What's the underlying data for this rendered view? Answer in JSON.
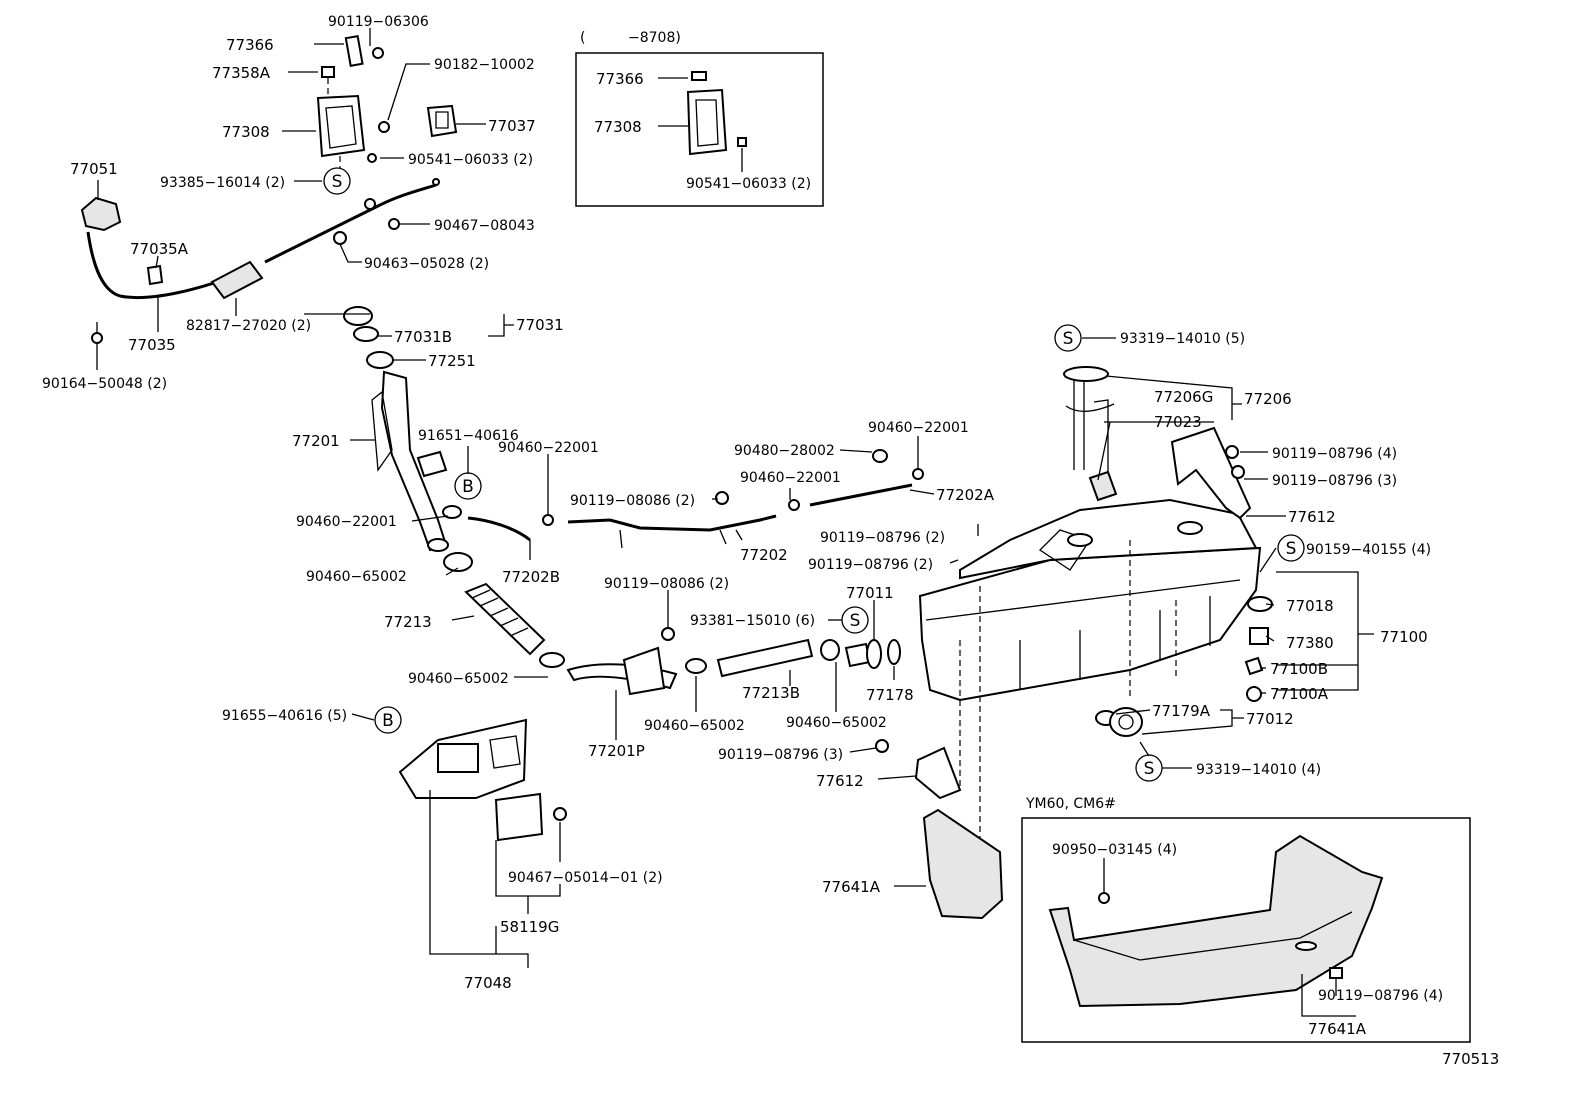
{
  "diagram_id": "770513",
  "inset_top": {
    "header_open": "(",
    "header_code": "−8708)"
  },
  "inset_bottom": {
    "title": "YM60, CM6#"
  },
  "symbols": {
    "s": "S",
    "b": "B"
  },
  "labels": {
    "p90119_06306": "90119−06306",
    "p77366": "77366",
    "p77358A": "77358A",
    "p90182_10002": "90182−10002",
    "p77308": "77308",
    "p77037": "77037",
    "p77051": "77051",
    "p93385_16014": "93385−16014 (2)",
    "p90541_06033": "90541−06033 (2)",
    "p90467_08043": "90467−08043",
    "p77035A": "77035A",
    "p90463_05028": "90463−05028 (2)",
    "p82817_27020": "82817−27020 (2)",
    "p77035": "77035",
    "p90164_50048": "90164−50048 (2)",
    "p77031B": "77031B",
    "p77031": "77031",
    "p77251": "77251",
    "inset_77366": "77366",
    "inset_77308": "77308",
    "inset_90541_06033": "90541−06033 (2)",
    "p93319_14010_5": "93319−14010 (5)",
    "p77206G": "77206G",
    "p77206": "77206",
    "p77023": "77023",
    "p77201": "77201",
    "p91651_40616": "91651−40616",
    "p90460_22001_a": "90460−22001",
    "p90480_28002": "90480−28002",
    "p90460_22001_b": "90460−22001",
    "p90460_22001_c": "90460−22001",
    "p90460_22001_d": "90460−22001",
    "p90119_08086_a": "90119−08086 (2)",
    "p77202A": "77202A",
    "p90119_08796_4": "90119−08796 (4)",
    "p90119_08796_3": "90119−08796 (3)",
    "p77612_a": "77612",
    "p77202": "77202",
    "p90119_08796_2a": "90119−08796 (2)",
    "p90119_08796_2b": "90119−08796 (2)",
    "p90159_40155": "90159−40155 (4)",
    "p90460_65002_a": "90460−65002",
    "p77202B": "77202B",
    "p90119_08086_b": "90119−08086 (2)",
    "p77011": "77011",
    "p77018": "77018",
    "p77213": "77213",
    "p93381_15010": "93381−15010 (6)",
    "p77380": "77380",
    "p77100": "77100",
    "p90460_65002_b": "90460−65002",
    "p77178": "77178",
    "p77100B": "77100B",
    "p77100A": "77100A",
    "p77213B": "77213B",
    "p91655_40616": "91655−40616 (5)",
    "p90460_65002_c": "90460−65002",
    "p90460_65002_d": "90460−65002",
    "p77179A": "77179A",
    "p77012": "77012",
    "p77201P": "77201P",
    "p90119_08796_3b": "90119−08796 (3)",
    "p93319_14010_4": "93319−14010 (4)",
    "p77612_b": "77612",
    "p90950_03145": "90950−03145 (4)",
    "p90467_05014": "90467−05014−01 (2)",
    "p77641A_a": "77641A",
    "p58119G": "58119G",
    "p77048": "77048",
    "p90119_08796_4b": "90119−08796 (4)",
    "p77641A_b": "77641A"
  }
}
